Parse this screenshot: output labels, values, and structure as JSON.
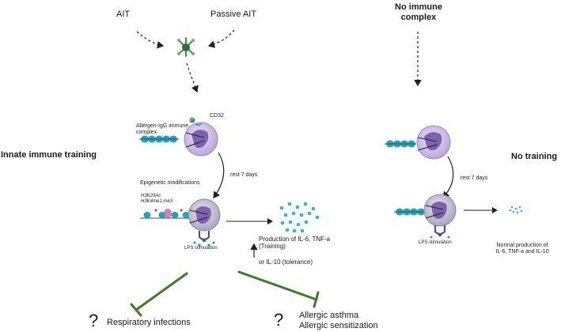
{
  "inputs": {
    "ait": "AIT",
    "passive_ait": "Passive AIT",
    "no_immune_complex_line1": "No immune",
    "no_immune_complex_line2": "complex"
  },
  "left_panel": {
    "side_title": "Innate immune training",
    "complex_label_line1": "Allergen-IgG immune",
    "complex_label_line2": "complex",
    "receptor": "CD32",
    "rest": "rest 7 days",
    "epigenetic_title": "Epigenetic modifications",
    "mark1": "H3K29Ac",
    "mark2": "H3K4me1,me3",
    "stimulation": "LPS stimulation",
    "production_line1": "Production of IL-6, TNF-a",
    "production_line2": "(Training)",
    "tolerance": "or IL-10 (tolerance)"
  },
  "right_panel": {
    "side_title": "No training",
    "rest": "rest 7 days",
    "stimulation": "LPS stimulation",
    "normal_line1": "Normal production of",
    "normal_line2": "IL-6, TNF-a and IL-10"
  },
  "outcomes": {
    "question_mark": "?",
    "respiratory": "Respiratory infections",
    "asthma": "Allergic asthma",
    "sensitization": "Allergic sensitization"
  },
  "colors": {
    "inhibit_green": "#3f7a26",
    "cell_purple": "#b9a6dc",
    "nucleus_purple": "#6d4fa3",
    "dna_teal": "#2a9fb5",
    "cytokine_teal": "#34b3cf",
    "allergen_green": "#3e8d4e"
  },
  "icons": [
    "arrow-icon",
    "immune-complex-icon",
    "monocyte-icon",
    "dna-icon",
    "receptor-icon",
    "cytokine-dots-icon",
    "inhibition-line-icon"
  ]
}
